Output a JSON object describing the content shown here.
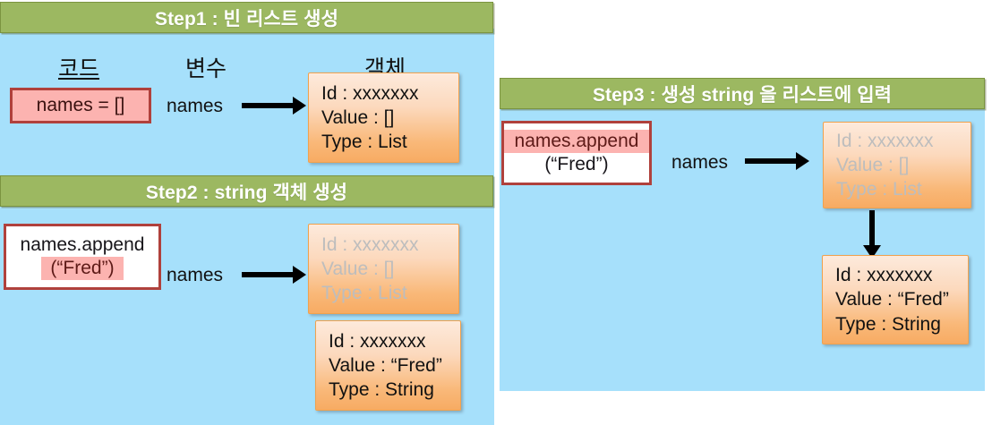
{
  "diagram_title": "Python list append visualization",
  "colors": {
    "panel_bg": "#a6e0fb",
    "header_bg": "#9cb861",
    "header_border": "#7b9440",
    "header_text": "#ffffff",
    "code_border": "#b0413c",
    "code_highlight": "#fcb3b0",
    "object_border": "#f0a24e",
    "object_fill_top": "#fdeadc",
    "object_fill_bottom": "#f7ab63",
    "faded_text": "#bdbdbd",
    "arrow": "#000000"
  },
  "column_headings": {
    "code": "코드",
    "variable": "변수",
    "object": "객체"
  },
  "step1": {
    "header": "Step1 : 빈 리스트 생성",
    "code_lines": [
      "names = []"
    ],
    "variable_label": "names",
    "object": {
      "id": "Id : xxxxxxx",
      "value": "Value :  []",
      "type": "Type : List",
      "faded": false
    }
  },
  "step2": {
    "header": "Step2 : string 객체 생성",
    "code_lines": [
      "names.append",
      "(“Fred”)"
    ],
    "highlighted_line_index": 1,
    "variable_label": "names",
    "object_list": {
      "id": "Id : xxxxxxx",
      "value": "Value :  []",
      "type": "Type : List",
      "faded": true
    },
    "object_string": {
      "id": "Id :  xxxxxxx",
      "value": "Value :  “Fred”",
      "type": "Type :  String",
      "faded": false
    }
  },
  "step3": {
    "header": "Step3 : 생성 string 을 리스트에 입력",
    "code_lines": [
      "names.append",
      "(“Fred”)"
    ],
    "highlighted_line_index": 0,
    "variable_label": "names",
    "object_list": {
      "id": "Id : xxxxxxx",
      "value": "Value :  []",
      "type": "Type : List",
      "faded": true
    },
    "object_string": {
      "id": "Id :  xxxxxxx",
      "value": "Value :  “Fred”",
      "type": "Type :  String",
      "faded": false
    }
  }
}
